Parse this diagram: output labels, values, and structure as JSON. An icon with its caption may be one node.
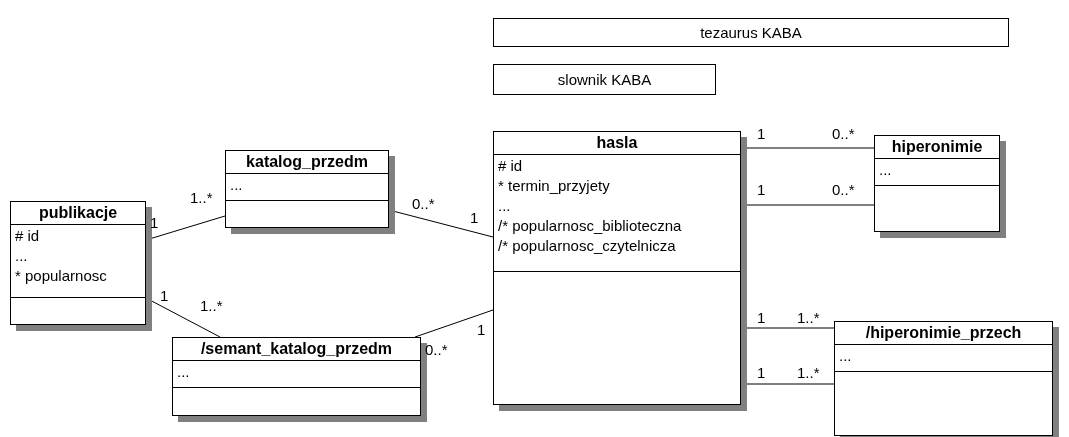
{
  "diagram": {
    "nodes": [
      {
        "text": [
          "tezaurus KABA"
        ]
      },
      {
        "text": [
          "slownik KABA"
        ]
      },
      {
        "text": [
          "publikacje",
          "# id",
          "...",
          "* popularnosc"
        ]
      },
      {
        "text": [
          "katalog_przedm",
          "..."
        ]
      },
      {
        "text": [
          "hasla",
          "# id",
          "* termin_przyjety",
          "...",
          "/* popularnosc_biblioteczna",
          "/* popularnosc_czytelnicza"
        ]
      },
      {
        "text": [
          "hiperonimie",
          "..."
        ]
      },
      {
        "text": [
          "/semant_katalog_przedm",
          "..."
        ]
      },
      {
        "text": [
          "/hiperonimie_przech",
          "..."
        ]
      }
    ],
    "edges": [
      {
        "from": 2,
        "to": 3,
        "arrow": "none"
      },
      {
        "from": 3,
        "to": 4,
        "arrow": "none"
      },
      {
        "from": 2,
        "to": 6,
        "arrow": "none"
      },
      {
        "from": 6,
        "to": 4,
        "arrow": "none"
      },
      {
        "from": 4,
        "to": 5,
        "arrow": "none"
      },
      {
        "from": 4,
        "to": 5,
        "arrow": "none"
      },
      {
        "from": 4,
        "to": 7,
        "arrow": "none"
      },
      {
        "from": 4,
        "to": 7,
        "arrow": "none"
      }
    ],
    "labels": [
      "1",
      "0..*",
      "1..*",
      "0..*",
      "1",
      "1",
      "0..*",
      "1",
      "1",
      "1..*",
      "1",
      "1..*",
      "1",
      "0..*",
      "1",
      "1..*"
    ]
  }
}
